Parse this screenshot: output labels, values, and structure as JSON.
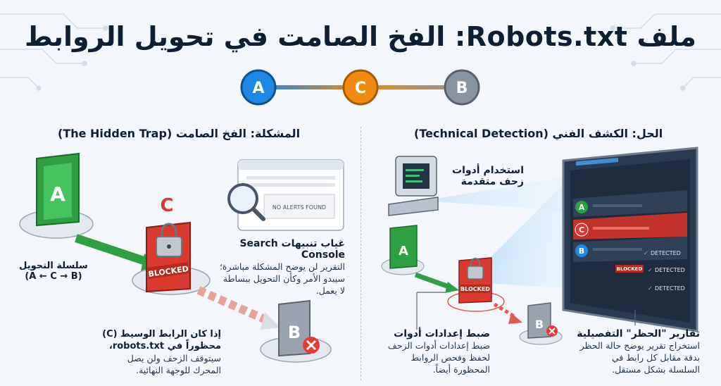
{
  "title": "ملف Robots.txt: الفخ الصامت في تحويل الروابط",
  "flow_nodes": [
    {
      "label": "A",
      "color": "#1e88e5"
    },
    {
      "label": "C",
      "color": "#f08a12"
    },
    {
      "label": "B",
      "color": "#8a94a0"
    }
  ],
  "problem": {
    "heading": "المشكلة: الفخ الصامت (The Hidden Trap)",
    "node_a": "A",
    "node_c": "C",
    "node_b": "B",
    "blocked_label": "BLOCKED",
    "chain_label": "سلسلة التحويل",
    "chain_formula": "(A ← C → B)",
    "search_console": {
      "alert_text": "NO ALERTS FOUND",
      "title": "غياب تنبيهات Search Console",
      "body_lines": [
        "التقرير لن يوضح المشكلة مباشرة؛",
        "سيبدو الأمر وكأن التحويل ببساطة",
        "لا يعمل."
      ]
    },
    "blocked_caption": {
      "lines_bold": [
        "إذا كان الرابط الوسيط (C)",
        "محظوراً في robots.txt،"
      ],
      "lines": [
        "سيتوقف الزحف ولن يصل",
        "المحرك للوجهة النهائية."
      ]
    }
  },
  "solution": {
    "heading": "الحل: الكشف الفني (Technical Detection)",
    "tools_label_lines": [
      "استخدام أدوات",
      "زحف متقدمة"
    ],
    "node_a": "A",
    "node_b": "B",
    "blocked_label": "BLOCKED",
    "report_rows": [
      {
        "node": "A",
        "status": "DETECTED",
        "color": "#2ea043",
        "blocked": false
      },
      {
        "node": "C",
        "status": "DETECTED",
        "color": "#d93a2f",
        "blocked": true,
        "blocked_label": "BLOCKED"
      },
      {
        "node": "B",
        "status": "DETECTED",
        "color": "#1e88e5",
        "blocked": false
      }
    ],
    "settings_caption": {
      "title": "ضبط إعدادات أدوات",
      "body_lines": [
        "ضبط إعدادات أدوات الزحف",
        "لحفظ وفحص الروابط",
        "المحظورة أيضاً."
      ]
    },
    "report_caption": {
      "title": "تقارير \"الحظر\" التفصيلية",
      "body_lines": [
        "استخراج تقرير يوضح حالة الحظر",
        "بدقة مقابل كل رابط في",
        "السلسلة بشكل مستقل."
      ]
    }
  },
  "colors": {
    "green": "#2ea043",
    "red": "#d93a2f",
    "orange": "#f08a12",
    "blue": "#1e88e5",
    "gray": "#8a94a0"
  }
}
